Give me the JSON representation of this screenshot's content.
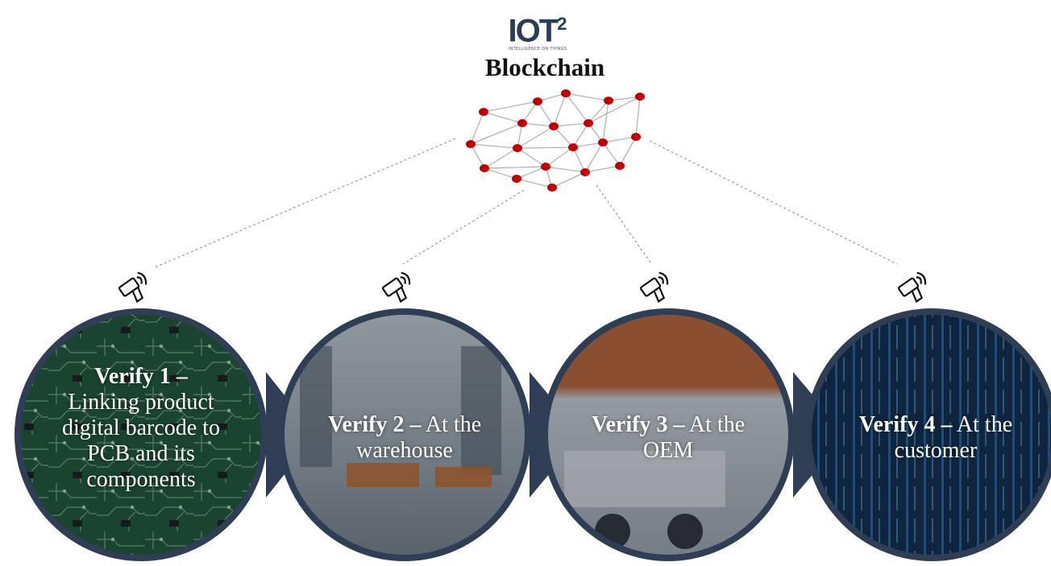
{
  "logo": {
    "mark": "IOT",
    "superscript": "2",
    "tagline": "INTELLIGENCE ON THINGS"
  },
  "title": "Blockchain",
  "steps": [
    {
      "bold": "Verify 1 –",
      "text": "Linking product digital barcode to PCB and its components",
      "image": "circuit-board",
      "icon": "barcode-scanner-icon"
    },
    {
      "bold": "Verify 2 –",
      "text": "At the warehouse",
      "image": "warehouse",
      "icon": "barcode-scanner-icon"
    },
    {
      "bold": "Verify 3 –",
      "text": "At the OEM",
      "image": "truck",
      "icon": "barcode-scanner-icon"
    },
    {
      "bold": "Verify 4 –",
      "text": "At the customer",
      "image": "server-room",
      "icon": "barcode-scanner-icon"
    }
  ],
  "colors": {
    "node": "#c00000",
    "edge": "#b4b4b4",
    "ring": "#2f3e54",
    "title": "#111111"
  }
}
